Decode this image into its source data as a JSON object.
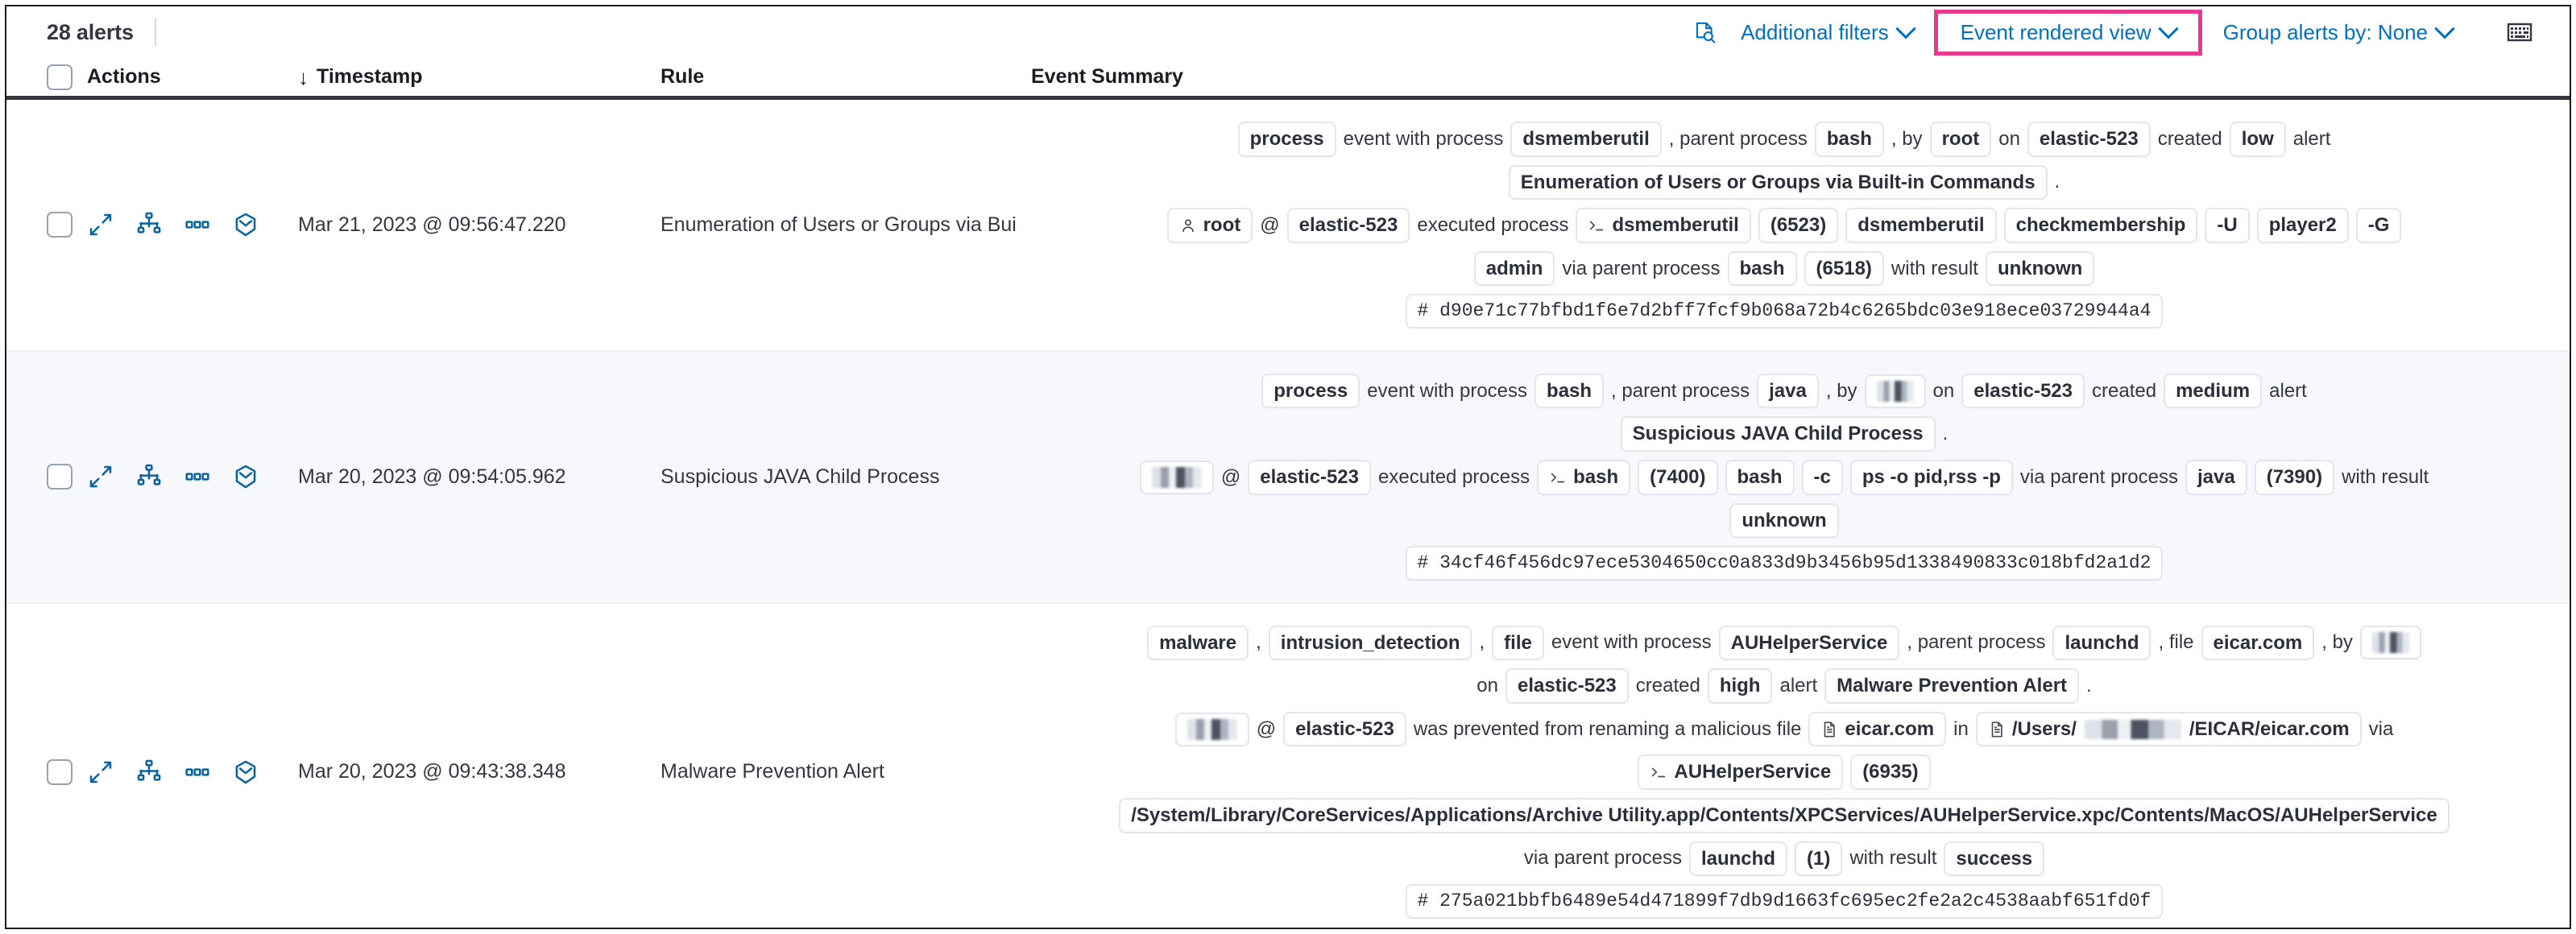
{
  "toolbar": {
    "alert_count": "28 alerts",
    "inspect_icon": "inspect-search-icon",
    "additional_filters": "Additional filters",
    "event_rendered_view": "Event rendered view",
    "group_alerts_by": "Group alerts by: None",
    "keyboard_icon": "keyboard-icon",
    "highlight_color": "#e9398f",
    "link_color": "#0071c2"
  },
  "table": {
    "headers": {
      "select_all": "select-all-checkbox",
      "actions": "Actions",
      "timestamp": "Timestamp",
      "timestamp_sort": "↓",
      "rule": "Rule",
      "event_summary": "Event Summary"
    },
    "row_actions": [
      "expand-icon",
      "analyzer-icon",
      "more-actions-icon",
      "session-view-icon"
    ],
    "rows": [
      {
        "timestamp": "Mar 21, 2023 @ 09:56:47.220",
        "rule": "Enumeration of Users or Groups via Bui",
        "summary_lines": [
          [
            {
              "t": "chip",
              "v": "process"
            },
            {
              "t": "text",
              "v": "event with process"
            },
            {
              "t": "chip",
              "v": "dsmemberutil"
            },
            {
              "t": "text",
              "v": ", parent process"
            },
            {
              "t": "chip",
              "v": "bash"
            },
            {
              "t": "text",
              "v": ", by"
            },
            {
              "t": "chip",
              "v": "root"
            },
            {
              "t": "text",
              "v": "on"
            },
            {
              "t": "chip",
              "v": "elastic-523"
            },
            {
              "t": "text",
              "v": "created"
            },
            {
              "t": "chip",
              "v": "low"
            },
            {
              "t": "text",
              "v": "alert"
            }
          ],
          [
            {
              "t": "chip",
              "v": "Enumeration of Users or Groups via Built-in Commands"
            },
            {
              "t": "text",
              "v": "."
            }
          ],
          [
            {
              "t": "chip",
              "v": "root",
              "icon": "user-icon"
            },
            {
              "t": "text",
              "v": "@"
            },
            {
              "t": "chip",
              "v": "elastic-523"
            },
            {
              "t": "text",
              "v": "executed process"
            },
            {
              "t": "chip",
              "v": "dsmemberutil",
              "icon": "console-icon"
            },
            {
              "t": "chip",
              "v": "(6523)"
            },
            {
              "t": "chip",
              "v": "dsmemberutil"
            },
            {
              "t": "chip",
              "v": "checkmembership"
            },
            {
              "t": "chip",
              "v": "-U"
            },
            {
              "t": "chip",
              "v": "player2"
            },
            {
              "t": "chip",
              "v": "-G"
            }
          ],
          [
            {
              "t": "chip",
              "v": "admin"
            },
            {
              "t": "text",
              "v": "via parent process"
            },
            {
              "t": "chip",
              "v": "bash"
            },
            {
              "t": "chip",
              "v": "(6518)"
            },
            {
              "t": "text",
              "v": "with result"
            },
            {
              "t": "chip",
              "v": "unknown"
            }
          ],
          [
            {
              "t": "chip",
              "v": "#  d90e71c77bfbd1f6e7d2bff7fcf9b068a72b4c6265bdc03e918ece03729944a4",
              "mono": true
            }
          ]
        ]
      },
      {
        "timestamp": "Mar 20, 2023 @ 09:54:05.962",
        "rule": "Suspicious JAVA Child Process",
        "summary_lines": [
          [
            {
              "t": "chip",
              "v": "process"
            },
            {
              "t": "text",
              "v": "event with process"
            },
            {
              "t": "chip",
              "v": "bash"
            },
            {
              "t": "text",
              "v": ", parent process"
            },
            {
              "t": "chip",
              "v": "java"
            },
            {
              "t": "text",
              "v": ", by"
            },
            {
              "t": "chip",
              "v": "",
              "redacted": 1
            },
            {
              "t": "text",
              "v": "on"
            },
            {
              "t": "chip",
              "v": "elastic-523"
            },
            {
              "t": "text",
              "v": "created"
            },
            {
              "t": "chip",
              "v": "medium"
            },
            {
              "t": "text",
              "v": "alert"
            }
          ],
          [
            {
              "t": "chip",
              "v": "Suspicious JAVA Child Process"
            },
            {
              "t": "text",
              "v": "."
            }
          ],
          [
            {
              "t": "chip",
              "v": "",
              "redacted": 2
            },
            {
              "t": "text",
              "v": "@"
            },
            {
              "t": "chip",
              "v": "elastic-523"
            },
            {
              "t": "text",
              "v": "executed process"
            },
            {
              "t": "chip",
              "v": "bash",
              "icon": "console-icon"
            },
            {
              "t": "chip",
              "v": "(7400)"
            },
            {
              "t": "chip",
              "v": "bash"
            },
            {
              "t": "chip",
              "v": "-c"
            },
            {
              "t": "chip",
              "v": "ps -o pid,rss -p"
            },
            {
              "t": "text",
              "v": "via parent process"
            },
            {
              "t": "chip",
              "v": "java"
            },
            {
              "t": "chip",
              "v": "(7390)"
            },
            {
              "t": "text",
              "v": "with result"
            }
          ],
          [
            {
              "t": "chip",
              "v": "unknown"
            }
          ],
          [
            {
              "t": "chip",
              "v": "#  34cf46f456dc97ece5304650cc0a833d9b3456b95d1338490833c018bfd2a1d2",
              "mono": true
            }
          ]
        ]
      },
      {
        "timestamp": "Mar 20, 2023 @ 09:43:38.348",
        "rule": "Malware Prevention Alert",
        "summary_lines": [
          [
            {
              "t": "chip",
              "v": "malware"
            },
            {
              "t": "text",
              "v": ","
            },
            {
              "t": "chip",
              "v": "intrusion_detection"
            },
            {
              "t": "text",
              "v": ","
            },
            {
              "t": "chip",
              "v": "file"
            },
            {
              "t": "text",
              "v": "event with process"
            },
            {
              "t": "chip",
              "v": "AUHelperService"
            },
            {
              "t": "text",
              "v": ", parent process"
            },
            {
              "t": "chip",
              "v": "launchd"
            },
            {
              "t": "text",
              "v": ", file"
            },
            {
              "t": "chip",
              "v": "eicar.com"
            },
            {
              "t": "text",
              "v": ", by"
            },
            {
              "t": "chip",
              "v": "",
              "redacted": 1
            }
          ],
          [
            {
              "t": "text",
              "v": "on"
            },
            {
              "t": "chip",
              "v": "elastic-523"
            },
            {
              "t": "text",
              "v": "created"
            },
            {
              "t": "chip",
              "v": "high"
            },
            {
              "t": "text",
              "v": "alert"
            },
            {
              "t": "chip",
              "v": "Malware Prevention Alert"
            },
            {
              "t": "text",
              "v": "."
            }
          ],
          [
            {
              "t": "chip",
              "v": "",
              "redacted": 2
            },
            {
              "t": "text",
              "v": "@"
            },
            {
              "t": "chip",
              "v": "elastic-523"
            },
            {
              "t": "text",
              "v": "was prevented from renaming a malicious file"
            },
            {
              "t": "chip",
              "v": "eicar.com",
              "icon": "file-icon"
            },
            {
              "t": "text",
              "v": "in"
            },
            {
              "t": "chip",
              "v": "/Users/",
              "icon": "file-icon",
              "suffix": "/EICAR/eicar.com",
              "redact_mid": true
            },
            {
              "t": "text",
              "v": "via"
            }
          ],
          [
            {
              "t": "chip",
              "v": "AUHelperService",
              "icon": "console-icon"
            },
            {
              "t": "chip",
              "v": "(6935)"
            }
          ],
          [
            {
              "t": "chip",
              "v": "/System/Library/CoreServices/Applications/Archive Utility.app/Contents/XPCServices/AUHelperService.xpc/Contents/MacOS/AUHelperService"
            }
          ],
          [
            {
              "t": "text",
              "v": "via parent process"
            },
            {
              "t": "chip",
              "v": "launchd"
            },
            {
              "t": "chip",
              "v": "(1)"
            },
            {
              "t": "text",
              "v": "with result"
            },
            {
              "t": "chip",
              "v": "success"
            }
          ],
          [
            {
              "t": "chip",
              "v": "#  275a021bbfb6489e54d471899f7db9d1663fc695ec2fe2a2c4538aabf651fd0f",
              "mono": true
            }
          ]
        ]
      }
    ]
  }
}
